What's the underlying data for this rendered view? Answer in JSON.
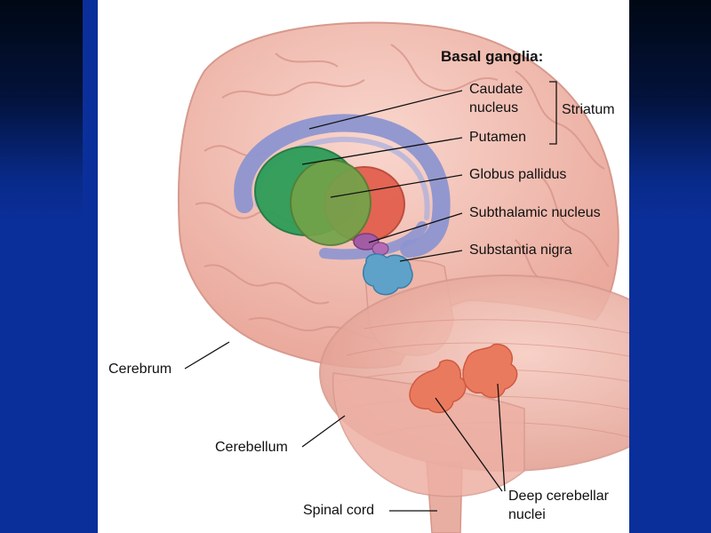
{
  "heading": "Basal ganglia:",
  "labels": {
    "caudate_line1": "Caudate",
    "caudate_line2": "nucleus",
    "putamen": "Putamen",
    "striatum": "Striatum",
    "globus_pallidus": "Globus pallidus",
    "subthalamic_nucleus": "Subthalamic nucleus",
    "substantia_nigra": "Substantia nigra",
    "cerebrum": "Cerebrum",
    "cerebellum": "Cerebellum",
    "spinal_cord": "Spinal cord",
    "deep_cerebellar_line1": "Deep cerebellar",
    "deep_cerebellar_line2": "nuclei"
  },
  "colors": {
    "background": "#0b2f9a",
    "brain": "#f4c2b8",
    "caudate": "#8e96d2",
    "putamen": "#2fa05a",
    "globus_pallidus": "#6fa548",
    "red_nucleus": "#e05a48",
    "subthalamic": "#a05aa0",
    "substantia_nigra": "#5aa0c8",
    "deep_nuclei": "#e8735a"
  }
}
